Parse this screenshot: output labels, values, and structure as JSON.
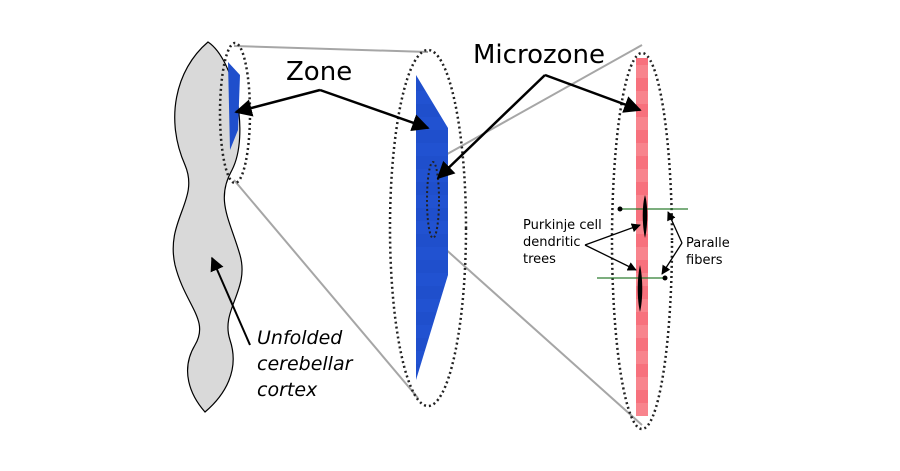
{
  "labels": {
    "zone": "Zone",
    "microzone": "Microzone",
    "purkinje": [
      "Purkinje cell",
      "dendritic",
      "trees"
    ],
    "parallel": [
      "Paralle",
      "fibers"
    ],
    "cortex": [
      "Unfolded",
      "cerebellar",
      "cortex"
    ]
  },
  "colors": {
    "cortex_fill": "#d9d9d9",
    "zone_blue": "#1f4fcc",
    "microzone_red": "#f7717d",
    "fiber_green": "#2e7d32",
    "projection_gray": "#a6a6a6"
  }
}
